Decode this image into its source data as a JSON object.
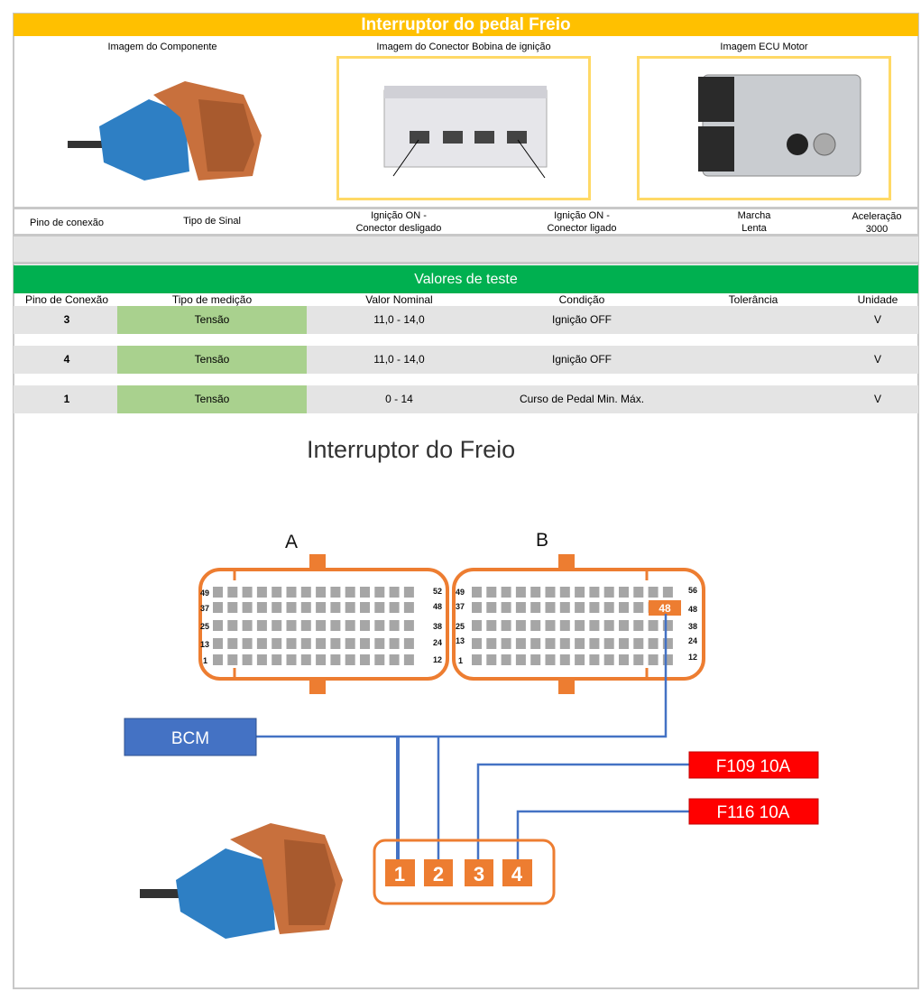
{
  "title": "Interruptor do pedal Freio",
  "captions": {
    "component": "Imagem do Componente",
    "connector": "Imagem do Conector Bobina de ignição",
    "ecu": "Imagem ECU Motor"
  },
  "signal_header": {
    "pin": "Pino de conexão",
    "type": "Tipo de Sinal",
    "ign_off_l1": "Ignição ON -",
    "ign_off_l2": "Conector desligado",
    "ign_on_l1": "Ignição ON -",
    "ign_on_l2": "Conector ligado",
    "idle_l1": "Marcha",
    "idle_l2": "Lenta",
    "acc_l1": "Aceleração",
    "acc_l2": "3000"
  },
  "test_title": "Valores de teste",
  "test_headers": {
    "pin": "Pino de Conexão",
    "type": "Tipo de medição",
    "nominal": "Valor Nominal",
    "condition": "Condição",
    "tolerance": "Tolerância",
    "unit": "Unidade"
  },
  "test_rows": [
    {
      "pin": "3",
      "type": "Tensão",
      "nominal": "11,0 - 14,0",
      "condition": "Ignição OFF",
      "tolerance": "",
      "unit": "V"
    },
    {
      "pin": "4",
      "type": "Tensão",
      "nominal": "11,0  - 14,0",
      "condition": "Ignição OFF",
      "tolerance": "",
      "unit": "V"
    },
    {
      "pin": "1",
      "type": "Tensão",
      "nominal": "0 - 14",
      "condition": "Curso de Pedal Min. Máx.",
      "tolerance": "",
      "unit": "V"
    }
  ],
  "diagram": {
    "title": "Interruptor do Freio",
    "connector_a": "A",
    "connector_b": "B",
    "a_left": [
      "49",
      "37",
      "25",
      "13",
      "1"
    ],
    "a_right": [
      "52",
      "48",
      "38",
      "24",
      "12"
    ],
    "b_left": [
      "49",
      "37",
      "25",
      "13",
      "1"
    ],
    "b_right": [
      "56",
      "48",
      "38",
      "24",
      "12"
    ],
    "highlight_pin": "48",
    "bcm": "BCM",
    "fuse1": "F109 10A",
    "fuse2": "F116 10A",
    "switch_pins": [
      "1",
      "2",
      "3",
      "4"
    ]
  },
  "colors": {
    "orange": "#ed7d31",
    "blue": "#4472c4",
    "red": "#ff0000",
    "pin_gray": "#a6a6a6"
  }
}
